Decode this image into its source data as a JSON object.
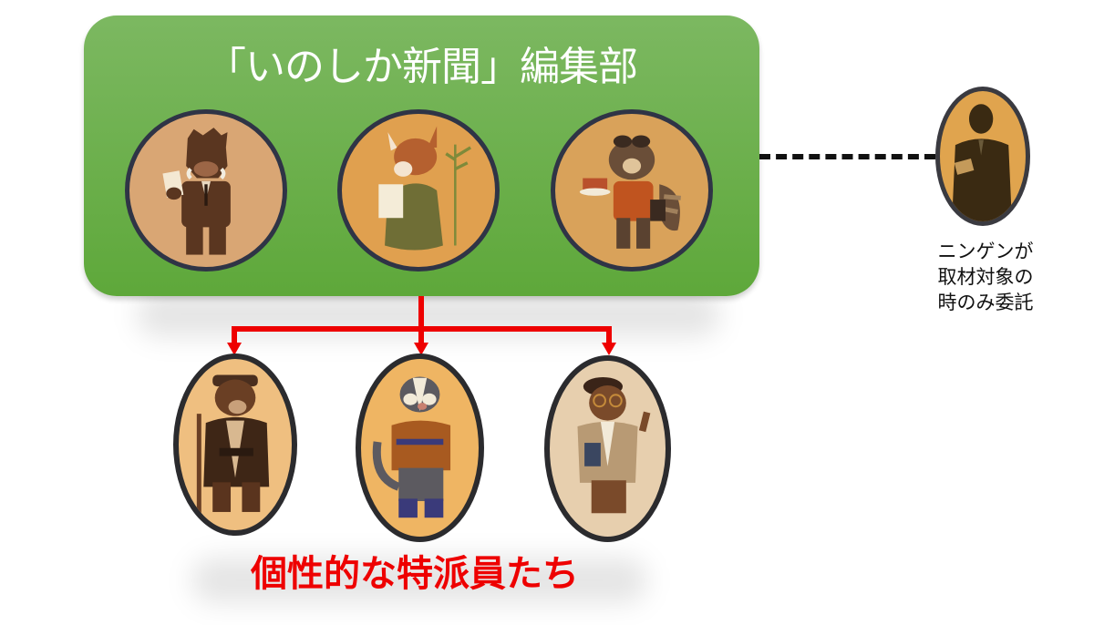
{
  "colors": {
    "green_top": "#7cb861",
    "green_bottom": "#5ea83a",
    "connector_red": "#ee0000",
    "caption_red": "#ee0000",
    "oval_border": "#2f3446",
    "dashed_line": "#111111"
  },
  "editorial_department": {
    "title": "「いのしか新聞」編集部",
    "members": [
      {
        "name": "boar-reporter",
        "depiction": "boar in brown suit holding paper",
        "bg": "#d9a674"
      },
      {
        "name": "deer-writer",
        "depiction": "deer in green kimono writing on paper with bamboo",
        "bg": "#e0a04f"
      },
      {
        "name": "raccoon-reporter",
        "depiction": "raccoon with sunglasses holding cake slice",
        "bg": "#d9a25a"
      }
    ]
  },
  "external": {
    "depiction": "human silhouette in suit holding notepad",
    "note_lines": [
      "ニンゲンが",
      "取材対象の",
      "時のみ委託"
    ]
  },
  "correspondents": {
    "caption": "個性的な特派員たち",
    "members": [
      {
        "name": "bear-correspondent",
        "depiction": "bear in robe with walking stick",
        "bg": "#efbf80"
      },
      {
        "name": "badger-correspondent",
        "depiction": "badger in brown jacket arms crossed",
        "bg": "#efb563"
      },
      {
        "name": "otter-correspondent",
        "depiction": "otter with glasses, beret and scarf holding book",
        "bg": "#e7cfae"
      }
    ]
  }
}
